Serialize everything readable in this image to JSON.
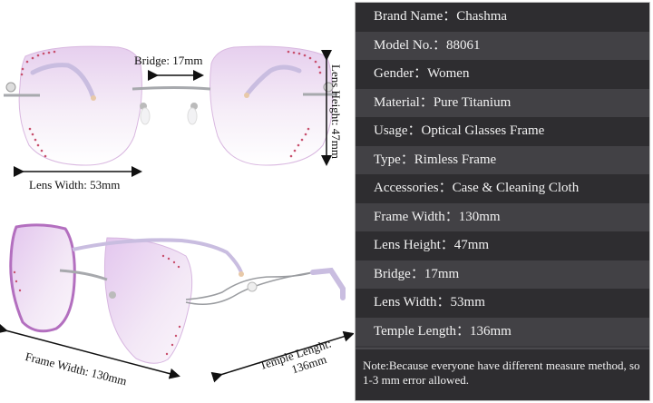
{
  "product_image": {
    "annotations": {
      "bridge": "Bridge: 17mm",
      "lens_height": "Lens Height: 47mm",
      "lens_width": "Lens Width: 53mm",
      "frame_width": "Frame Width:  130mm",
      "temple_length_line1": "Temple Lenght:",
      "temple_length_line2": "136mm"
    },
    "colors": {
      "lens_tint": "#e9d6ee",
      "lens_edge": "#b36fbf",
      "rhinestone": "#c8506e",
      "temple_tip": "#c9bde0",
      "metal": "#a7a9ad"
    }
  },
  "specs": {
    "rows": [
      {
        "label": "Brand Name：",
        "value": "Chashma"
      },
      {
        "label": "Model No.：",
        "value": "88061"
      },
      {
        "label": "Gender：",
        "value": "Women"
      },
      {
        "label": "Material：",
        "value": "Pure Titanium"
      },
      {
        "label": "Usage：",
        "value": "Optical Glasses Frame"
      },
      {
        "label": "Type：",
        "value": "Rimless Frame"
      },
      {
        "label": "Accessories：",
        "value": "Case & Cleaning Cloth"
      },
      {
        "label": "Frame Width：",
        "value": "130mm"
      },
      {
        "label": "Lens Height：",
        "value": "47mm"
      },
      {
        "label": "Bridge：",
        "value": "17mm"
      },
      {
        "label": "Lens Width：",
        "value": "53mm"
      },
      {
        "label": "Temple Length：",
        "value": "136mm"
      }
    ],
    "note": "Note:Because everyone have different measure method, so 1-3 mm error allowed.",
    "colors": {
      "dark_row": "#2e2d30",
      "light_row": "#424145",
      "text": "#f2f2f2"
    }
  }
}
